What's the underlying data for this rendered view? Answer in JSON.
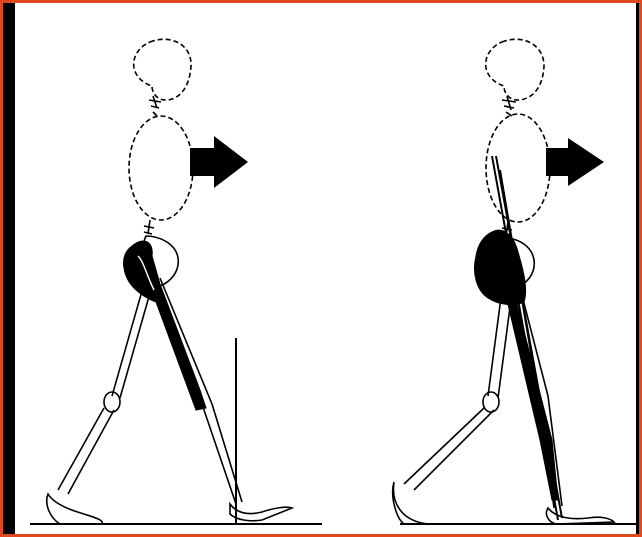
{
  "figure": {
    "panels": [
      {
        "id": "left",
        "subject": "walking-skeleton-with-hamstring-muscle",
        "direction_arrow": "right"
      },
      {
        "id": "right",
        "subject": "walking-skeleton-with-gluteal-muscle",
        "direction_arrow": "right"
      }
    ]
  },
  "colors": {
    "background": "#000000",
    "border": "#e0481f",
    "panel": "#ffffff",
    "ink": "#000000"
  }
}
